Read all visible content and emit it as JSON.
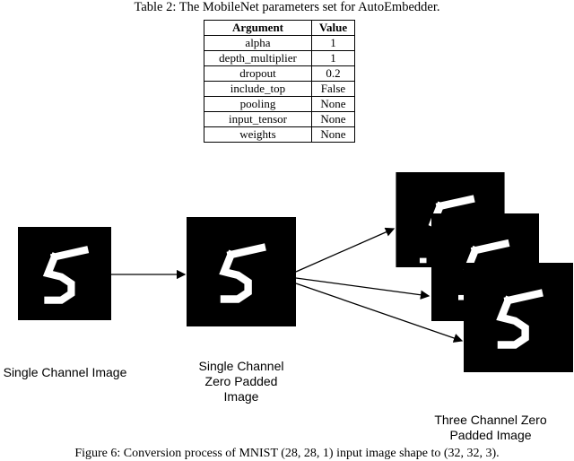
{
  "table": {
    "caption": "Table 2: The MobileNet parameters set for AutoEmbedder.",
    "headers": [
      "Argument",
      "Value"
    ],
    "rows": [
      [
        "alpha",
        "1"
      ],
      [
        "depth_multiplier",
        "1"
      ],
      [
        "dropout",
        "0.2"
      ],
      [
        "include_top",
        "False"
      ],
      [
        "pooling",
        "None"
      ],
      [
        "input_tensor",
        "None"
      ],
      [
        "weights",
        "None"
      ]
    ]
  },
  "figure": {
    "label_single": "Single Channel Image",
    "label_padded_l1": "Single Channel",
    "label_padded_l2": "Zero Padded",
    "label_padded_l3": "Image",
    "label_three_l1": "Three Channel Zero",
    "label_three_l2": "Padded Image",
    "caption": "Figure 6: Conversion process of MNIST (28, 28, 1) input image shape to (32, 32, 3)."
  }
}
